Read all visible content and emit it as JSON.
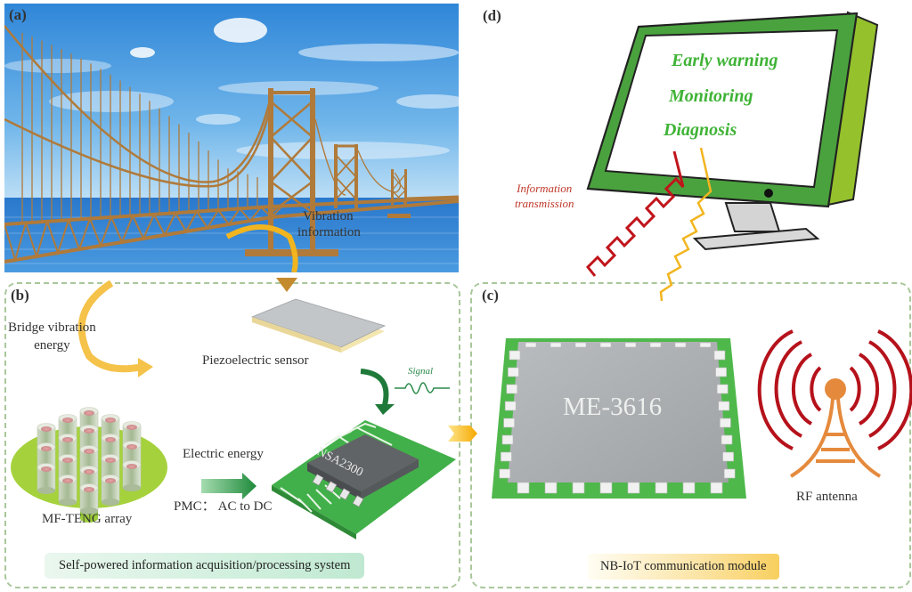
{
  "panels": {
    "a": {
      "letter": "(a)",
      "annotation_line1": "Vibration",
      "annotation_line2": "information"
    },
    "b": {
      "letter": "(b)",
      "energy_label_line1": "Bridge vibration",
      "energy_label_line2": "energy",
      "sensor_label": "Piezoelectric sensor",
      "signal_label": "Signal",
      "array_label": "MF-TENG array",
      "electric_label": "Electric energy",
      "pmc_label": "PMC： AC to DC",
      "chip_text": "NSA2300",
      "caption": "Self-powered information acquisition/processing system"
    },
    "c": {
      "letter": "(c)",
      "chip_text": "ME-3616",
      "antenna_label": "RF antenna",
      "caption": "NB-IoT communication module"
    },
    "d": {
      "letter": "(d)",
      "screen_lines": [
        "Early warning",
        "Monitoring",
        "Diagnosis"
      ],
      "transmission_line1": "Information",
      "transmission_line2": "transmission"
    }
  },
  "colors": {
    "bridge": "#b07a3a",
    "sky": "#4a9ee0",
    "sea": "#2f7fd0",
    "monitor_green": "#3f9d3a",
    "screen_text": "#3fb336",
    "pcb_green": "#4cb848",
    "signal_red": "#c0151b",
    "signal_yellow": "#f2b51f",
    "antenna_orange": "#e58a3c",
    "dashed_border": "#9cc08e"
  },
  "icons": {
    "bridge": "suspension-bridge-illustration",
    "monitor": "monitor-icon",
    "antenna": "rf-antenna-icon",
    "chip": "ic-chip-icon",
    "arrow": "arrow-icon"
  }
}
